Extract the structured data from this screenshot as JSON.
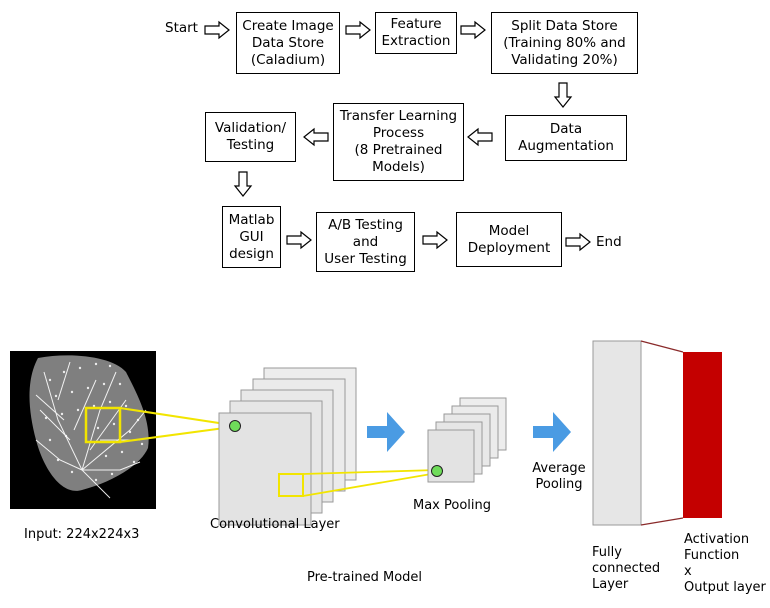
{
  "flowchart": {
    "start": "Start",
    "end": "End",
    "create_store": "Create Image\nData Store\n(Caladium)",
    "feature_extraction": "Feature\nExtraction",
    "split_store": "Split Data Store\n(Training 80% and\nValidating 20%)",
    "data_augmentation": "Data\nAugmentation",
    "transfer_learning": "Transfer Learning\nProcess\n(8 Pretrained\nModels)",
    "validation_testing": "Validation/\nTesting",
    "matlab_gui": "Matlab\nGUI\ndesign",
    "ab_testing": "A/B Testing\nand\nUser Testing",
    "model_deployment": "Model\nDeployment"
  },
  "cnn": {
    "input_label": "Input: 224x224x3",
    "conv_label": "Convolutional Layer",
    "maxpool_label": "Max Pooling",
    "avgpool_label": "Average\nPooling",
    "fc_label": "Fully\nconnected\nLayer",
    "output_label": "Activation\nFunction\nx\nOutput layer",
    "caption": "Pre-trained Model"
  },
  "colors": {
    "arrow_blue": "#4a9be3",
    "highlight_yellow": "#f2e500",
    "marker_green": "#6fdc5a",
    "output_red": "#c40000",
    "layer_gray": "#e3e3e3"
  },
  "icons": {
    "flow_arrow": "hollow-arrow-icon",
    "pipeline_arrow": "blue-arrow-icon"
  }
}
